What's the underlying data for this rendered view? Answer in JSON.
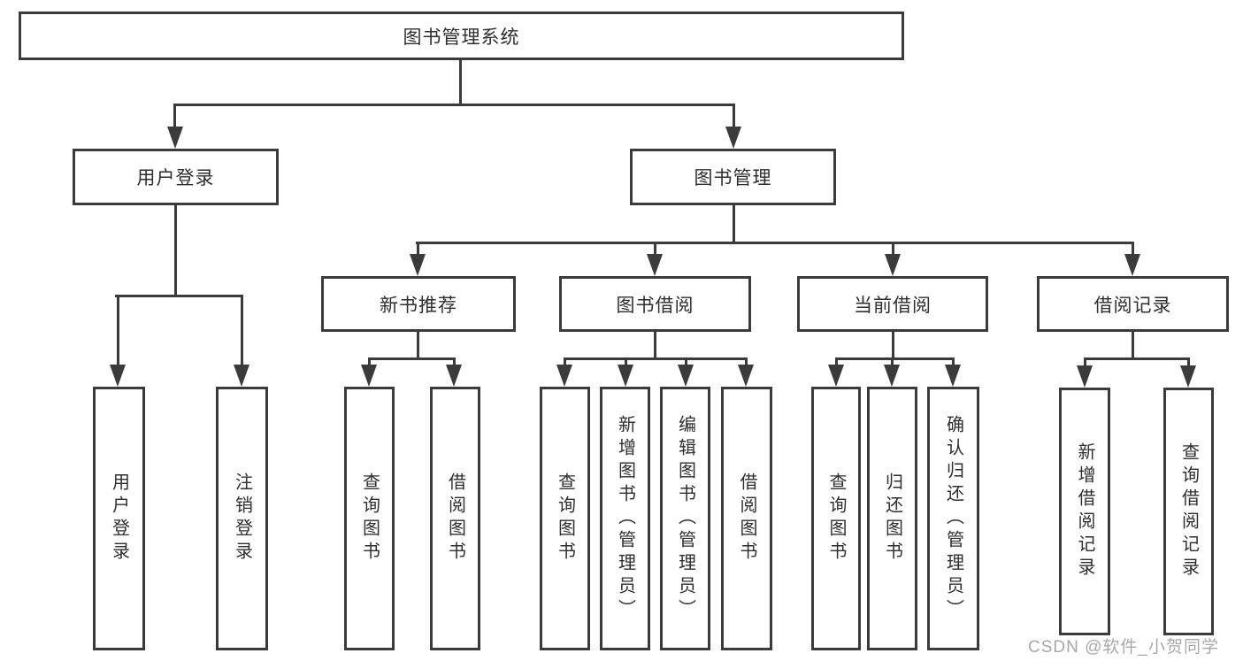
{
  "diagram": {
    "root": {
      "label": "图书管理系统",
      "children": [
        {
          "label": "用户登录",
          "children": [
            {
              "label": "用户登录"
            },
            {
              "label": "注销登录"
            }
          ]
        },
        {
          "label": "图书管理",
          "children": [
            {
              "label": "新书推荐",
              "children": [
                {
                  "label": "查询图书"
                },
                {
                  "label": "借阅图书"
                }
              ]
            },
            {
              "label": "图书借阅",
              "children": [
                {
                  "label": "查询图书"
                },
                {
                  "label": "新增图书（管理员）"
                },
                {
                  "label": "编辑图书（管理员）"
                },
                {
                  "label": "借阅图书"
                }
              ]
            },
            {
              "label": "当前借阅",
              "children": [
                {
                  "label": "查询图书"
                },
                {
                  "label": "归还图书"
                },
                {
                  "label": "确认归还（管理员）"
                }
              ]
            },
            {
              "label": "借阅记录",
              "children": [
                {
                  "label": "新增借阅记录"
                },
                {
                  "label": "查询借阅记录"
                }
              ]
            }
          ]
        }
      ]
    }
  },
  "watermark": {
    "text": "CSDN @软件_小贺同学"
  },
  "colors": {
    "line": "#3b3b3b",
    "text": "#2e2e2e",
    "background": "#ffffff",
    "watermark": "#a8a8aa"
  }
}
